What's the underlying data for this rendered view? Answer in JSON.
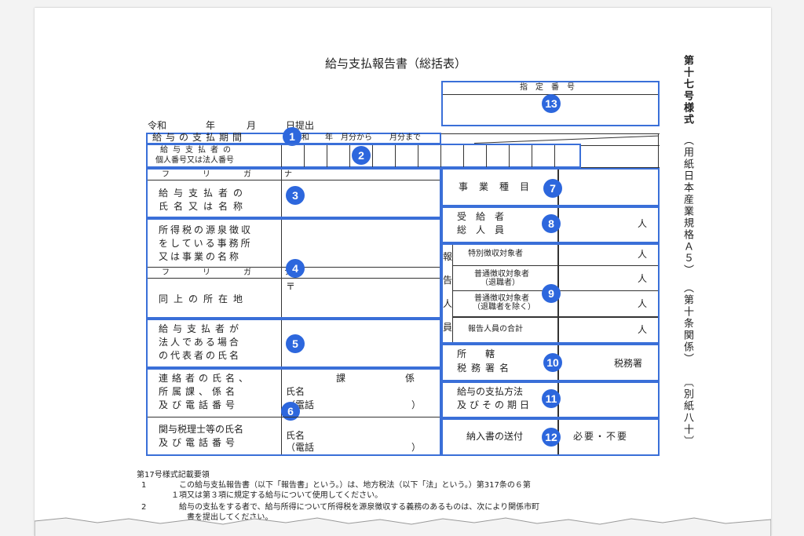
{
  "form": {
    "title": "給与支払報告書（総括表）",
    "side_label_main": "第十七号様式",
    "side_label_paper": "（用紙日本産業規格Ａ５）",
    "side_label_article": "（第十条関係）",
    "side_label_annex": "〔別紙八十〕"
  },
  "designation": {
    "label": "指　定　番　号"
  },
  "date_line": {
    "era": "令和",
    "year": "年",
    "month": "月",
    "day_submit": "日提出"
  },
  "pay_period": {
    "label": "給与の支払期間",
    "era": "令和",
    "year": "年",
    "from": "月分から",
    "to": "月分まで"
  },
  "payer_number": {
    "label_1": "給与支払者の",
    "label_2": "個人番号又は法人番号"
  },
  "furigana": "フ　リ　ガ　ナ",
  "payer_name": {
    "label_1": "給与支払者の",
    "label_2": "氏名又は名称"
  },
  "office": {
    "label_1": "所得税の源泉徴収",
    "label_2": "をしている事務所",
    "label_3": "又は事業の名称",
    "address_label": "同上の所在地",
    "postal_mark": "〒"
  },
  "representative": {
    "label_1": "給与支払者が",
    "label_2": "法人である場合",
    "label_3": "の代表者の氏名"
  },
  "contact": {
    "label_1": "連絡者の氏名、",
    "label_2": "所属課、係名",
    "label_3": "及び電話番号",
    "ka": "課",
    "kakari": "係",
    "name": "氏名",
    "phone": "（電話",
    "close": "）"
  },
  "tax_accountant": {
    "label_1": "関与税理士等の氏名",
    "label_2": "及び電話番号",
    "name": "氏名",
    "phone": "（電話",
    "close": "）"
  },
  "business_type": {
    "label": "事業種目"
  },
  "recipients": {
    "label_1": "受　給　者",
    "label_2": "総　人　員",
    "unit": "人"
  },
  "report_staff": {
    "side": [
      "報",
      "告",
      "人",
      "員"
    ],
    "rows": [
      {
        "label": "特別徴収対象者",
        "unit": "人"
      },
      {
        "label": "普通徴収対象者",
        "sub": "（退職者）",
        "unit": "人"
      },
      {
        "label": "普通徴収対象者",
        "sub": "（退職者を除く）",
        "unit": "人"
      },
      {
        "label": "報告人員の合計",
        "unit": "人"
      }
    ]
  },
  "tax_office": {
    "label_1": "所　　轄",
    "label_2": "税務署名",
    "suffix": "税務署"
  },
  "payment_method": {
    "label_1": "給与の支払方法",
    "label_2": "及びその期日"
  },
  "tax_bill": {
    "label": "納入書の送付",
    "value": "必要・不要"
  },
  "instructions": {
    "heading": "第17号様式記載要領",
    "item_1_num": "1",
    "item_1_line1": "この給与支払報告書（以下「報告書」という。）は、地方税法（以下「法」という。）第317条の６第",
    "item_1_line2": "１項又は第３項に規定する給与について使用してください。",
    "item_2_num": "2",
    "item_2_line1": "給与の支払をする者で、給与所得について所得税を源泉徴収する義務のあるものは、次により関係市町",
    "item_2_line2": "書を提出してください。"
  },
  "badges": [
    "1",
    "2",
    "3",
    "4",
    "5",
    "6",
    "7",
    "8",
    "9",
    "10",
    "11",
    "12",
    "13"
  ]
}
